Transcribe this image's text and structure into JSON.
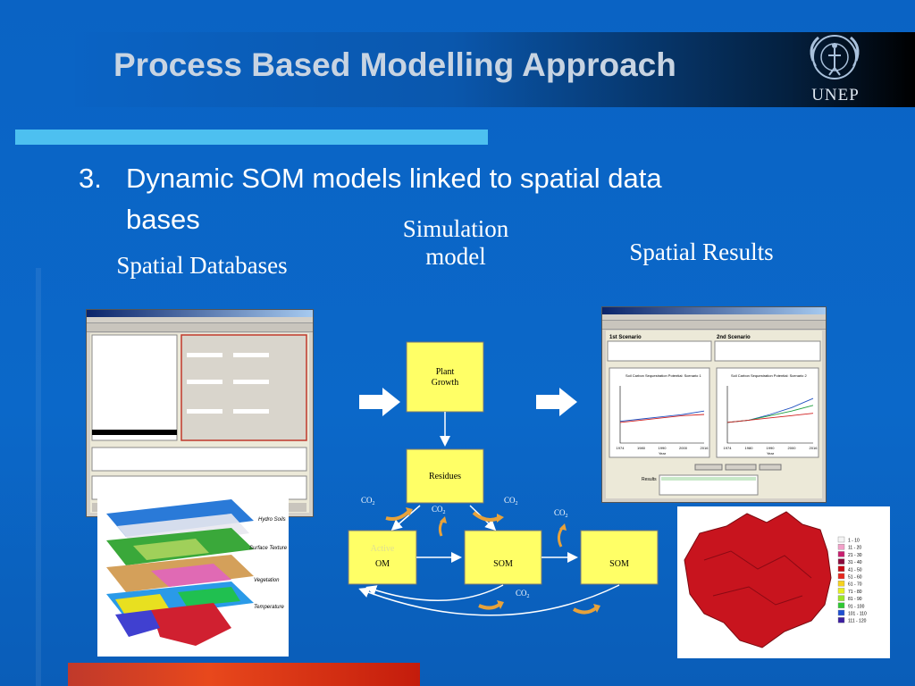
{
  "slide": {
    "title": "Process Based Modelling Approach",
    "logo_text": "UNEP",
    "bullet_number": "3.",
    "bullet_line1": "Dynamic SOM models linked to spatial data",
    "bullet_line2": "bases",
    "label_left": "Spatial Databases",
    "label_center_1": "Simulation",
    "label_center_2": "model",
    "label_right": "Spatial Results"
  },
  "flow": {
    "plant_growth_1": "Plant",
    "plant_growth_2": "Growth",
    "residues": "Residues",
    "pool_left_a": "Active",
    "pool_left_b": "OM",
    "pool_mid": "SOM",
    "pool_right": "SOM",
    "co2": "CO",
    "co2_sub": "2"
  },
  "images": {
    "spatial_db_screenshot": "Spatial database application screenshot",
    "spatial_layers": "Stacked spatial data layers",
    "layer_labels": [
      "Hydro Soils",
      "Surface Texture",
      "Vegetation",
      "Temperature"
    ],
    "results_screenshot": "Spatial results application screenshot",
    "results_map": "Map of simulated soil carbon"
  },
  "results_chart": {
    "scenario_left": "1st Scenario",
    "scenario_right": "2nd Scenario",
    "chart_left_title": "Soil Carbon Sequestration Potential: Scenario 1",
    "chart_right_title": "Soil Carbon Sequestration Potential: Scenario 2",
    "x_ticks": [
      "1974",
      "1980",
      "1990",
      "2000",
      "2016"
    ],
    "xlabel": "Year",
    "results_label": "Results"
  },
  "map_legend": [
    {
      "label": "1 - 10",
      "color": "#f4f4f4"
    },
    {
      "label": "11 - 20",
      "color": "#f2a0c8"
    },
    {
      "label": "21 - 30",
      "color": "#c81e6e"
    },
    {
      "label": "31 - 40",
      "color": "#8b0a3c"
    },
    {
      "label": "41 - 50",
      "color": "#c80a14"
    },
    {
      "label": "51 - 60",
      "color": "#e8281e"
    },
    {
      "label": "61 - 70",
      "color": "#f6d21e"
    },
    {
      "label": "71 - 80",
      "color": "#e6f01e"
    },
    {
      "label": "81 - 90",
      "color": "#9be628"
    },
    {
      "label": "91 - 100",
      "color": "#2ec832"
    },
    {
      "label": "101 - 110",
      "color": "#1e50d2"
    },
    {
      "label": "111 - 120",
      "color": "#3c1ea0"
    }
  ],
  "colors": {
    "box_fill": "#ffff66",
    "co2_arrow": "#e8a23a",
    "accent": "#4dc0f0"
  }
}
